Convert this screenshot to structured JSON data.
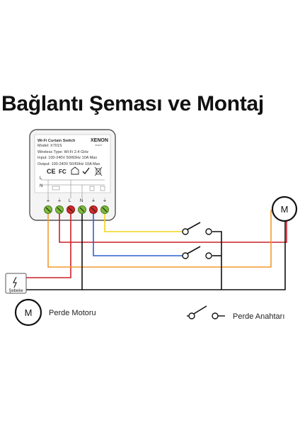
{
  "title": "Bağlantı Şeması ve Montaj",
  "device": {
    "name": "Wi-Fi Curtain Switch",
    "model": "Model: X701S",
    "brand": "XENON",
    "brand_sub": "SMART",
    "wireless": "Wireless Type: Wi-Fi 2.4 GHz",
    "input": "Input: 100-240V 50/60Hz 10A Max",
    "output": "Output: 100-240V 50/60Hz 10A Max",
    "certs": [
      "CE",
      "FC"
    ],
    "line_labels": [
      "L",
      "N"
    ],
    "terminal_labels": [
      "⏚",
      "⏚",
      "L",
      "N",
      "⏚",
      "⏚"
    ]
  },
  "legend": {
    "motor_symbol": "M",
    "motor_label": "Perde Motoru",
    "switch_label": "Perde Anahtarı",
    "power_label": "Şebeke"
  },
  "colors": {
    "yellow": "#f2d51c",
    "red": "#c8202a",
    "blue": "#2f5fd0",
    "orange": "#f29a2e",
    "black": "#111111",
    "terminal_green": "#7dbb3c",
    "terminal_red": "#d22a2a"
  }
}
